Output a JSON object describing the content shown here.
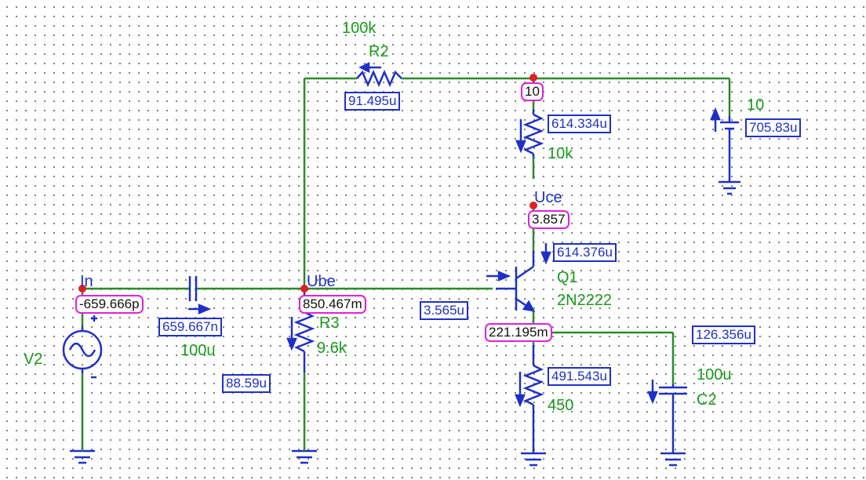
{
  "components": {
    "r2": {
      "name": "R2",
      "value": "100k"
    },
    "vcc": {
      "value": "10"
    },
    "rc": {
      "value": "10k"
    },
    "q1": {
      "name": "Q1",
      "model": "2N2222"
    },
    "r3": {
      "name": "R3",
      "value": "9.6k"
    },
    "c1": {
      "value": "100u"
    },
    "v2": {
      "name": "V2"
    },
    "re": {
      "value": "450"
    },
    "c2": {
      "name": "C2",
      "value": "100u"
    }
  },
  "nodes": {
    "in": "In",
    "ube": "Ube",
    "uce": "Uce"
  },
  "currents": {
    "r2": "91.495u",
    "rc": "614.334u",
    "vcc": "705.83u",
    "q1_collector": "614.376u",
    "q1_base": "3.565u",
    "c1": "659.667n",
    "c2": "126.356u",
    "r3": "88.59u",
    "re": "491.543u"
  },
  "voltages": {
    "vcc_node": "10",
    "uce": "3.857",
    "in": "-659.666p",
    "ube": "850.467m",
    "emitter": "221.195m"
  },
  "colors": {
    "wire": "#2a8a2a",
    "component": "#1e30c8",
    "label_green": "#1a9a1a",
    "junction": "#e02020",
    "voltage_box": "#e020e0"
  }
}
